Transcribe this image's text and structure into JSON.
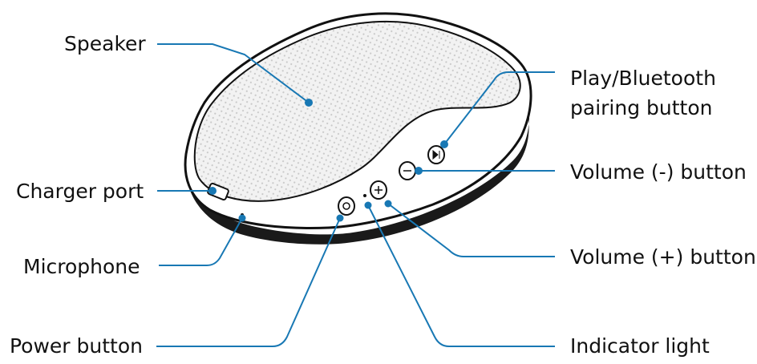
{
  "labels": {
    "speaker": "Speaker",
    "charger_port": "Charger port",
    "microphone": "Microphone",
    "power_button": "Power button",
    "play_bluetooth_line1": "Play/Bluetooth",
    "play_bluetooth_line2": "pairing button",
    "volume_minus": "Volume (-) button",
    "volume_plus": "Volume (+) button",
    "indicator_light": "Indicator light"
  },
  "colors": {
    "leader_line": "#1878b4",
    "outline": "#111111",
    "grille": "#e8e8e8",
    "body": "#ffffff"
  },
  "icons": {
    "play_button": "play-pause-icon",
    "volume_minus": "minus-icon",
    "volume_plus": "plus-icon",
    "power": "power-icon"
  }
}
